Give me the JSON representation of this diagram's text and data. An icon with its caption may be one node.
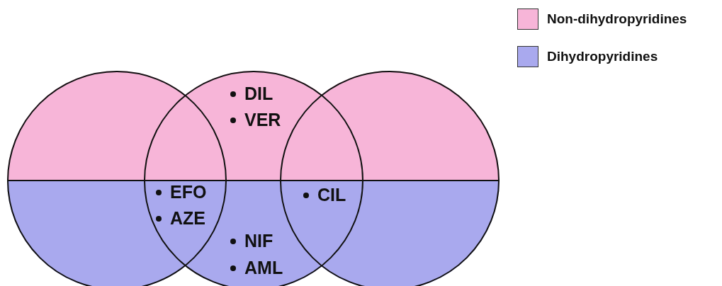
{
  "diagram": {
    "nodes": [
      {
        "text": [],
        "shape": "circle"
      },
      {
        "text": [],
        "shape": "circle"
      },
      {
        "text": [],
        "shape": "circle"
      }
    ],
    "labels": [
      "DIL",
      "VER",
      "EFO",
      "AZE",
      "CIL",
      "NIF",
      "AML"
    ],
    "legend": [
      {
        "text": "Non-dihydropyridines",
        "color": "#f7b5d8"
      },
      {
        "text": "Dihydropyridines",
        "color": "#a9a9ee"
      }
    ]
  }
}
